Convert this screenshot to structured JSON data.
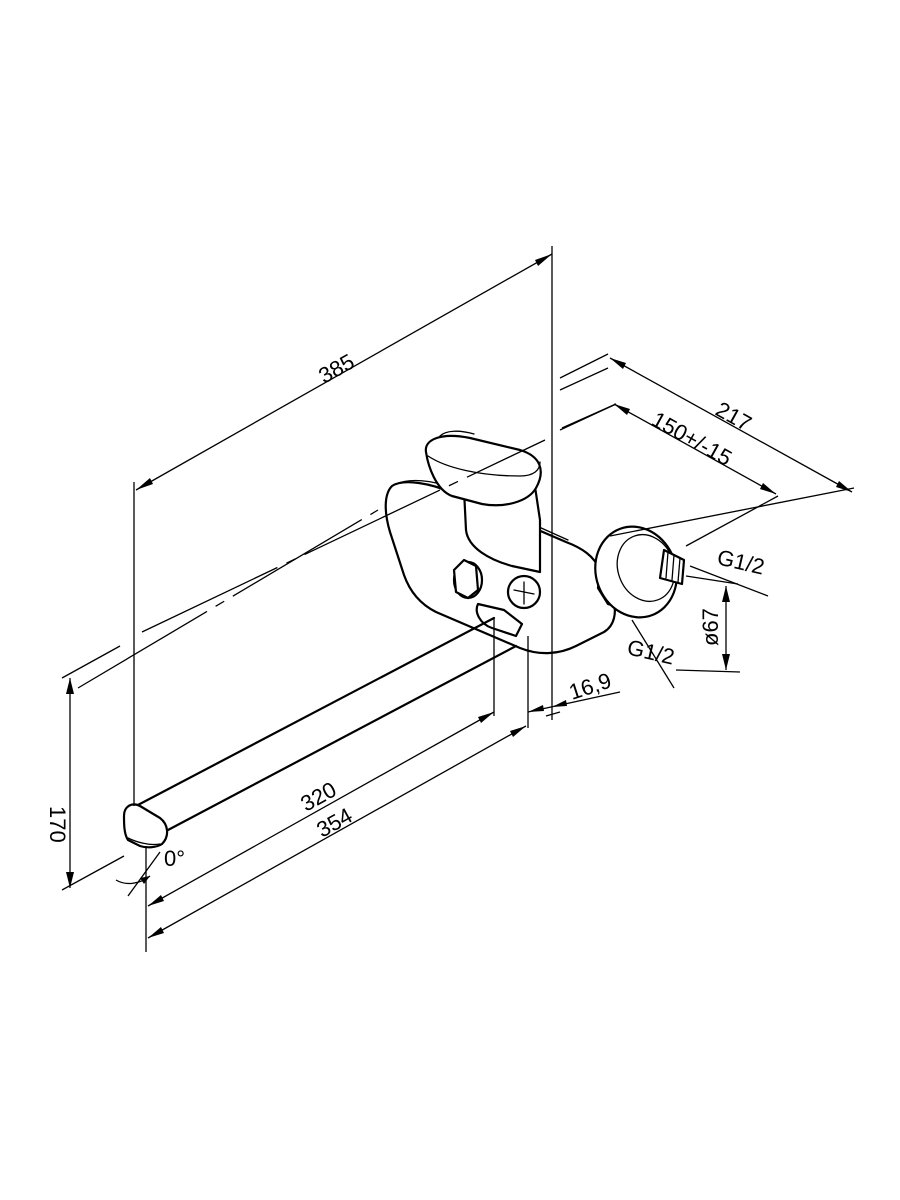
{
  "dimensions": {
    "overall_height_wall": "385",
    "projection": "217",
    "center_distance": "150+/-15",
    "thread_outlet": "G1/2",
    "flange_diameter": "ø67",
    "thread_inlet": "G1/2",
    "flange_offset": "16,9",
    "spout_height": "170",
    "spout_length_inner": "320",
    "spout_length_outer": "354",
    "spout_angle": "0°"
  },
  "colors": {
    "line": "#000000",
    "background": "#ffffff"
  }
}
